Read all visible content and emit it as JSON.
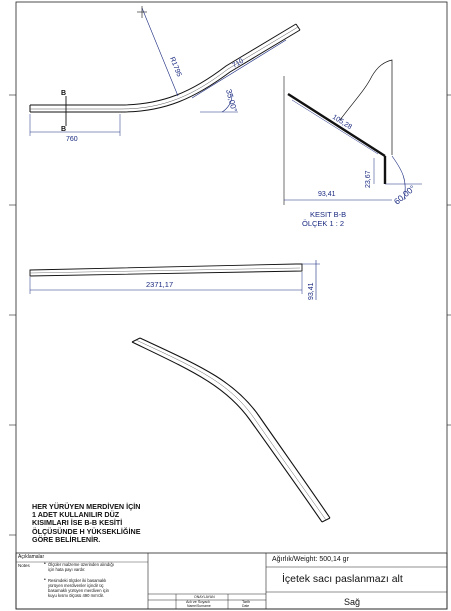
{
  "views": {
    "top": {
      "dim_radius": "R1795",
      "dim_arc": "710",
      "dim_angle": "35,00°",
      "dim_straight": "760",
      "section_marker": "B"
    },
    "section": {
      "dim_length": "105,28",
      "dim_height": "23,67",
      "dim_width": "93,41",
      "dim_angle": "60,00°",
      "caption_line1": "KESIT B-B",
      "caption_line2": "ÖLÇEK 1 : 2"
    },
    "front": {
      "dim_total": "2371,17",
      "dim_thickness": "93,41"
    }
  },
  "note_lines": [
    "HER YÜRÜYEN MERDİVEN İÇİN",
    "1 ADET KULLANILIR DÜZ",
    "KISIMLARI İSE B-B KESİTİ",
    "ÖLÇÜSÜNDE H YÜKSEKLİĞİNE",
    "GÖRE BELİRLENİR."
  ],
  "title_block": {
    "aciklamalar": "Açıklamalar",
    "notes": "Notes",
    "bullet1_lines": [
      "Ölçüler malzeme üzerinden alındığı",
      "için hata payı vardır."
    ],
    "bullet2_lines": [
      "Resimdeki ölçüler iki basamaklı",
      "yürüyen merdivenler içindir üç",
      "basamaklı yürüyen merdiven için",
      "kuyu kısmı ölçüsü 490 mm'dir."
    ],
    "weight": "Ağırlık/Weight: 500,14 gr",
    "part_name": "İçetek sacı paslanmazı alt",
    "side": "Sağ",
    "approval_header": "ONAYLAYAN",
    "col_name": "Adı ve Soyadı",
    "col_name_en": "Name/Surname",
    "col_date": "Tarih",
    "col_date_en": "Date"
  }
}
